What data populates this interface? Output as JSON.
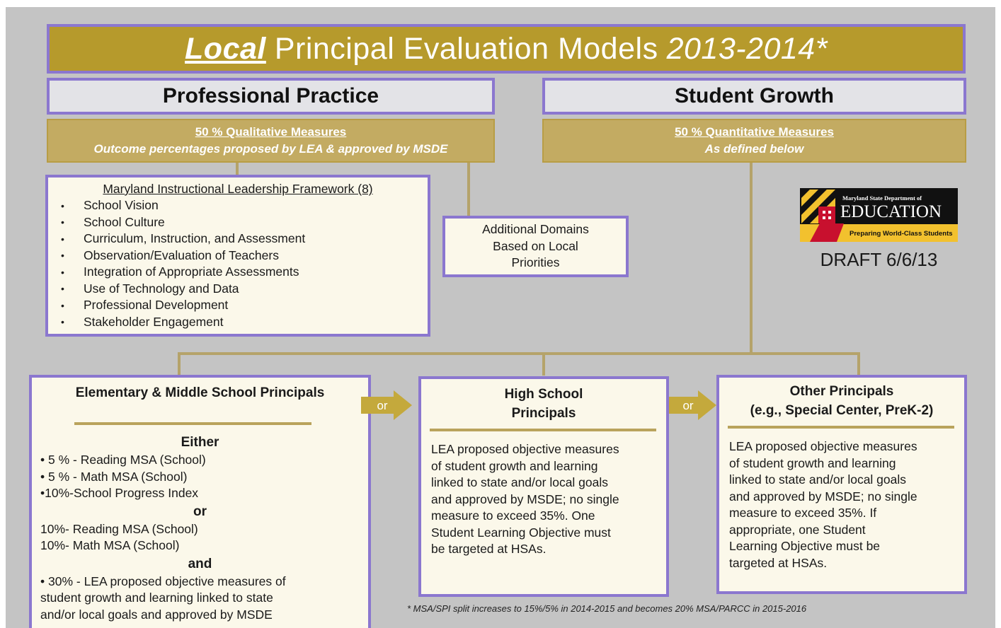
{
  "title": {
    "local": "Local",
    "middle": "Principal Evaluation Models",
    "years": "2013-2014*"
  },
  "professional_practice": {
    "heading": "Professional Practice",
    "measure": "50 %  Qualitative Measures",
    "note": "Outcome percentages proposed by LEA & approved by MSDE"
  },
  "student_growth": {
    "heading": "Student Growth",
    "measure": "50 %  Quantitative Measures",
    "note": "As defined below"
  },
  "framework": {
    "heading": "Maryland Instructional Leadership Framework (8)",
    "items": [
      "School Vision",
      "School Culture",
      "Curriculum, Instruction, and Assessment",
      "Observation/Evaluation of Teachers",
      "Integration of Appropriate Assessments",
      "Use of Technology and Data",
      "Professional Development",
      "Stakeholder Engagement"
    ],
    "bullet": "•"
  },
  "additional_domains": {
    "line1": "Additional Domains",
    "line2": "Based on Local",
    "line3": "Priorities"
  },
  "logo": {
    "top": "Maryland State Department of",
    "main": "EDUCATION",
    "tagline": "Preparing World-Class Students",
    "colors": {
      "black": "#111111",
      "gold": "#f2c12e",
      "red": "#c8102e",
      "white": "#ffffff"
    }
  },
  "draft": "DRAFT 6/6/13",
  "elementary": {
    "title": "Elementary & Middle School Principals",
    "either": "Either",
    "lines_a": [
      "• 5 % - Reading MSA (School)",
      "• 5 % - Math MSA (School)",
      "•10%-School Progress Index"
    ],
    "or": "or",
    "lines_b": [
      "10%- Reading MSA (School)",
      "10%- Math MSA (School)"
    ],
    "and": "and",
    "lines_c": [
      "• 30% - LEA proposed objective measures of",
      "student growth and learning linked to state",
      "and/or local goals and approved by MSDE"
    ]
  },
  "arrow_label": "or",
  "high_school": {
    "title_l1": "High School",
    "title_l2": "Principals",
    "body": [
      "LEA proposed objective measures",
      "of student growth and learning",
      "linked to state and/or local goals",
      "and approved by MSDE; no single",
      "measure to exceed 35%.  One",
      "Student Learning Objective must",
      "be targeted at HSAs."
    ]
  },
  "other": {
    "title_l1": "Other Principals",
    "title_l2": "(e.g., Special Center, PreK-2)",
    "body": [
      "LEA proposed objective measures",
      "of student growth and learning",
      "linked to state and/or local goals",
      "and approved by MSDE; no single",
      "measure to exceed 35%. If",
      "appropriate, one Student",
      "Learning Objective must be",
      "targeted at HSAs."
    ]
  },
  "footnote": "* MSA/SPI split increases to 15%/5% in 2014-2015 and becomes 20% MSA/PARCC in 2015-2016",
  "colors": {
    "gold": "#b69a2c",
    "purple_border": "#8b77cf",
    "box_fill": "#fbf8ea",
    "background": "#c4c4c4"
  }
}
